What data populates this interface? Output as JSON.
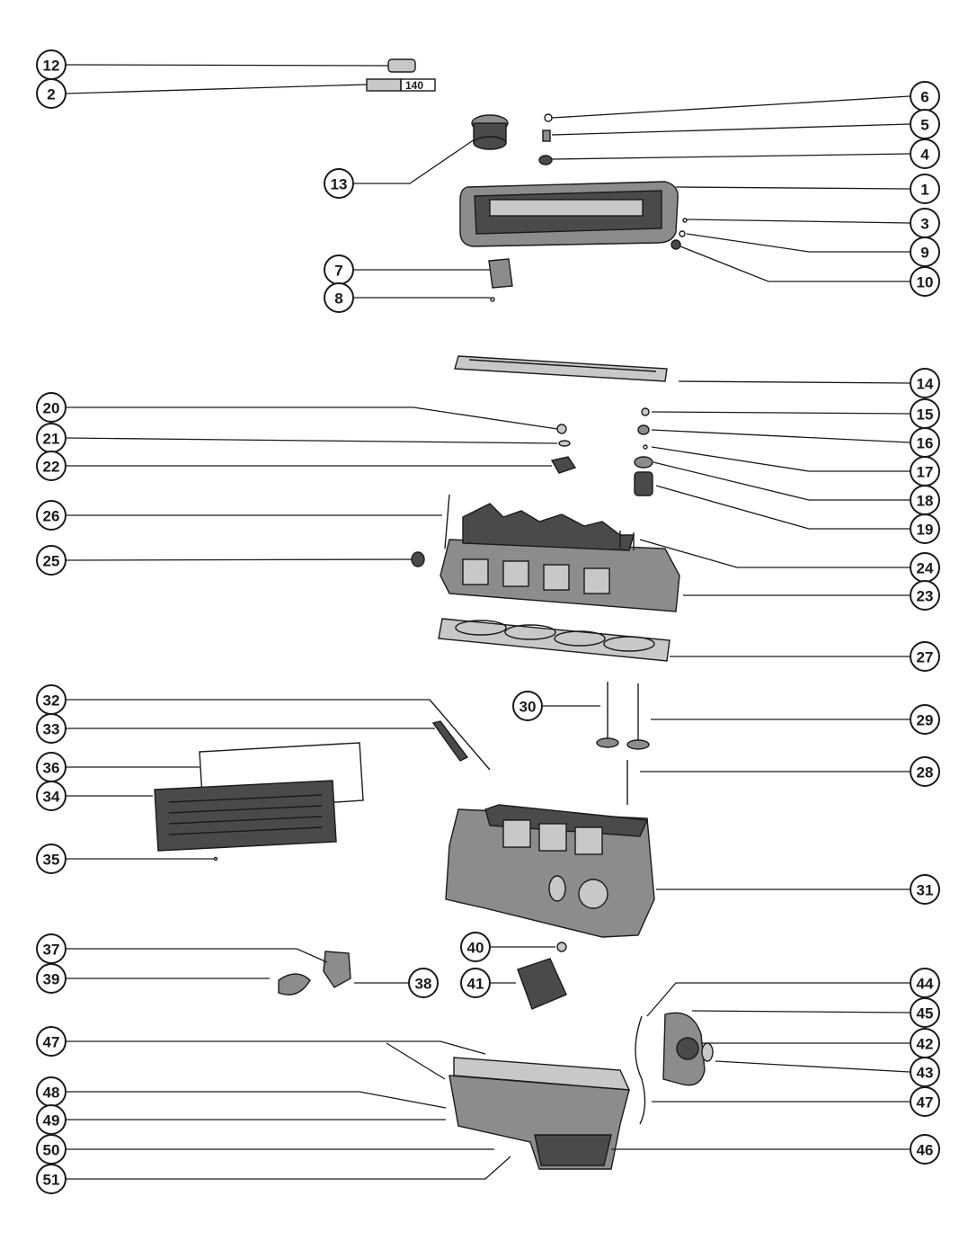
{
  "diagram": {
    "callouts": [
      {
        "label": "12"
      },
      {
        "label": "2"
      },
      {
        "label": "13"
      },
      {
        "label": "7"
      },
      {
        "label": "8"
      },
      {
        "label": "6"
      },
      {
        "label": "5"
      },
      {
        "label": "4"
      },
      {
        "label": "1"
      },
      {
        "label": "3"
      },
      {
        "label": "9"
      },
      {
        "label": "10"
      },
      {
        "label": "14"
      },
      {
        "label": "20"
      },
      {
        "label": "21"
      },
      {
        "label": "22"
      },
      {
        "label": "15"
      },
      {
        "label": "16"
      },
      {
        "label": "17"
      },
      {
        "label": "18"
      },
      {
        "label": "19"
      },
      {
        "label": "26"
      },
      {
        "label": "25"
      },
      {
        "label": "24"
      },
      {
        "label": "23"
      },
      {
        "label": "27"
      },
      {
        "label": "32"
      },
      {
        "label": "33"
      },
      {
        "label": "30"
      },
      {
        "label": "29"
      },
      {
        "label": "36"
      },
      {
        "label": "34"
      },
      {
        "label": "28"
      },
      {
        "label": "35"
      },
      {
        "label": "31"
      },
      {
        "label": "37"
      },
      {
        "label": "39"
      },
      {
        "label": "38"
      },
      {
        "label": "40"
      },
      {
        "label": "41"
      },
      {
        "label": "44"
      },
      {
        "label": "45"
      },
      {
        "label": "42"
      },
      {
        "label": "43"
      },
      {
        "label": "47"
      },
      {
        "label": "47"
      },
      {
        "label": "48"
      },
      {
        "label": "49"
      },
      {
        "label": "50"
      },
      {
        "label": "51"
      },
      {
        "label": "46"
      }
    ],
    "decal_text": "140"
  }
}
